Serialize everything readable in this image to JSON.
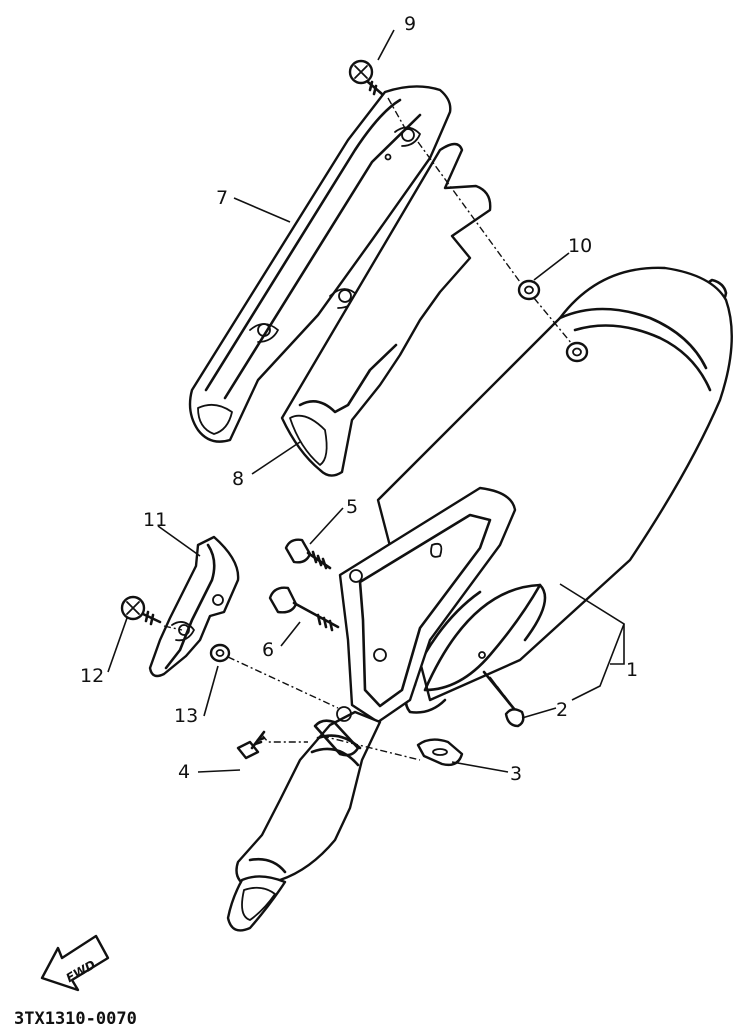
{
  "diagram": {
    "drawing_code": "3TX1310-0070",
    "direction_label": "FWD",
    "callouts": [
      {
        "id": "1",
        "text": "1"
      },
      {
        "id": "2",
        "text": "2"
      },
      {
        "id": "3",
        "text": "3"
      },
      {
        "id": "4",
        "text": "4"
      },
      {
        "id": "5",
        "text": "5"
      },
      {
        "id": "6",
        "text": "6"
      },
      {
        "id": "7",
        "text": "7"
      },
      {
        "id": "8",
        "text": "8"
      },
      {
        "id": "9",
        "text": "9"
      },
      {
        "id": "10",
        "text": "10"
      },
      {
        "id": "11",
        "text": "11"
      },
      {
        "id": "12",
        "text": "12"
      },
      {
        "id": "13",
        "text": "13"
      }
    ]
  }
}
